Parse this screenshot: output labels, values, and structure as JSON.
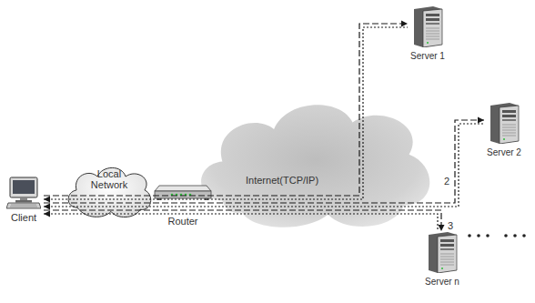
{
  "diagram": {
    "nodes": [
      {
        "text": [
          "Client"
        ]
      },
      {
        "text": [
          "Local Network"
        ]
      },
      {
        "text": [
          "Router"
        ]
      },
      {
        "text": [
          "Internet(TCP/IP)"
        ]
      },
      {
        "text": [
          "Server 1"
        ]
      },
      {
        "text": [
          "Server 2"
        ]
      },
      {
        "text": [
          "Server n"
        ]
      }
    ],
    "edges": [
      {
        "from": 0,
        "to": 4,
        "arrow": "both"
      },
      {
        "from": 0,
        "to": 5,
        "arrow": "both",
        "label": "2"
      },
      {
        "from": 0,
        "to": 6,
        "arrow": "both",
        "label": "3"
      }
    ]
  }
}
